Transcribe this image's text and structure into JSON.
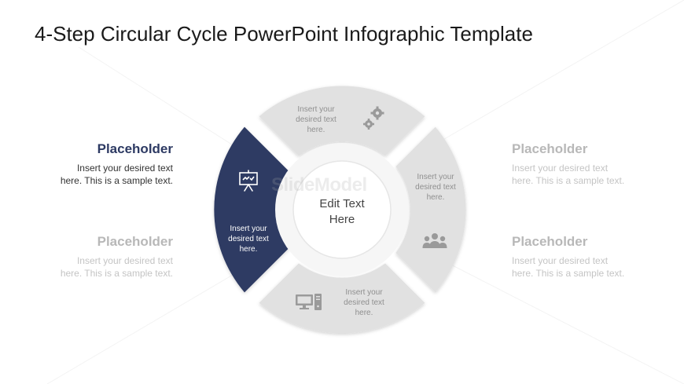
{
  "page": {
    "title": "4-Step Circular Cycle PowerPoint Infographic Template",
    "watermark": "SlideModel"
  },
  "side_blocks": [
    {
      "id": "left-top",
      "heading": "Placeholder",
      "body_line1": "Insert your desired text",
      "body_line2": "here. This is a sample text."
    },
    {
      "id": "left-bottom",
      "heading": "Placeholder",
      "body_line1": "Insert your desired text",
      "body_line2": "here. This is a sample text."
    },
    {
      "id": "right-top",
      "heading": "Placeholder",
      "body_line1": "Insert your desired text",
      "body_line2": "here. This is a sample text."
    },
    {
      "id": "right-bottom",
      "heading": "Placeholder",
      "body_line1": "Insert your desired text",
      "body_line2": "here. This is a sample text."
    }
  ],
  "cycle": {
    "center_line1": "Edit Text",
    "center_line2": "Here",
    "segments": [
      {
        "id": "top",
        "line1": "Insert your",
        "line2": "desired text",
        "line3": "here.",
        "icon": "gears-icon"
      },
      {
        "id": "right",
        "line1": "Insert your",
        "line2": "desired text",
        "line3": "here.",
        "icon": "team-icon"
      },
      {
        "id": "bottom",
        "line1": "Insert your",
        "line2": "desired text",
        "line3": "here.",
        "icon": "desktop-computer-icon"
      },
      {
        "id": "left",
        "line1": "Insert your",
        "line2": "desired text",
        "line3": "here.",
        "icon": "presentation-board-icon"
      }
    ]
  },
  "colors": {
    "active": "#2d3a63",
    "segment": "#e1e1e1",
    "icon_gray": "#9a9a9a"
  }
}
